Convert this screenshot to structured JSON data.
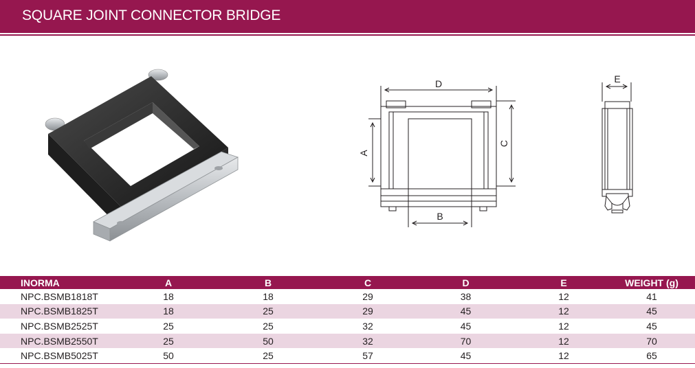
{
  "header": {
    "title": "SQUARE JOINT CONNECTOR BRIDGE"
  },
  "dimension_labels": {
    "d": "D",
    "a": "A",
    "c": "C",
    "b": "B",
    "e": "E"
  },
  "table": {
    "columns": [
      "INORMA",
      "A",
      "B",
      "C",
      "D",
      "E",
      "WEIGHT (g)"
    ],
    "rows": [
      [
        "NPC.BSMB1818T",
        "18",
        "18",
        "29",
        "38",
        "12",
        "41"
      ],
      [
        "NPC.BSMB1825T",
        "18",
        "25",
        "29",
        "45",
        "12",
        "45"
      ],
      [
        "NPC.BSMB2525T",
        "25",
        "25",
        "32",
        "45",
        "12",
        "45"
      ],
      [
        "NPC.BSMB2550T",
        "25",
        "50",
        "32",
        "70",
        "12",
        "70"
      ],
      [
        "NPC.BSMB5025T",
        "50",
        "25",
        "57",
        "45",
        "12",
        "65"
      ]
    ]
  },
  "colors": {
    "brand": "#96174f",
    "row_alt": "#ebd5e1",
    "text": "#231f20"
  }
}
